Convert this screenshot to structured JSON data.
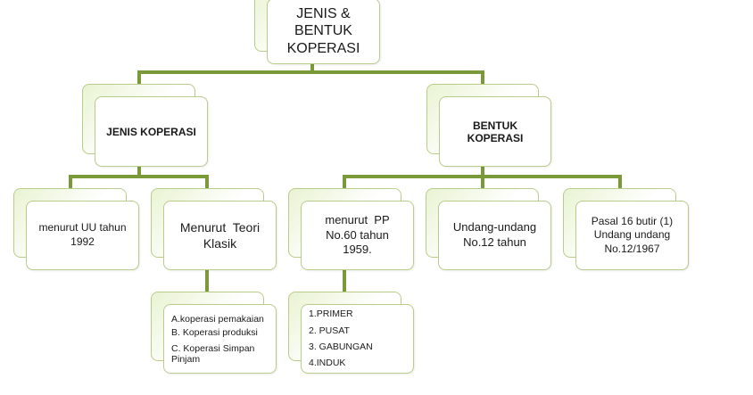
{
  "diagram": {
    "root": {
      "label": "JENIS &\nBENTUK\nKOPERASI"
    },
    "jenis": {
      "label": "JENIS KOPERASI",
      "children": {
        "uu": "menurut UU tahun\n1992",
        "teori": "Menurut  Teori\nKlasik",
        "teori_items": [
          "A.koperasi pemakaian",
          "B. Koperasi produksi",
          "C. Koperasi Simpan\nPinjam"
        ]
      }
    },
    "bentuk": {
      "label": "BENTUK KOPERASI",
      "children": {
        "pp": "menurut  PP\nNo.60 tahun\n1959.",
        "pp_items": [
          "1.PRIMER",
          "2. PUSAT",
          "3. GABUNGAN",
          "4.INDUK"
        ],
        "uu12": "Undang-undang\nNo.12 tahun",
        "pasal": "Pasal 16 butir (1)\nUndang undang\nNo.12/1967"
      }
    },
    "colors": {
      "connector": "#7a9a3a",
      "border": "#b9cd8a",
      "fill": "#e9f3d2"
    }
  }
}
